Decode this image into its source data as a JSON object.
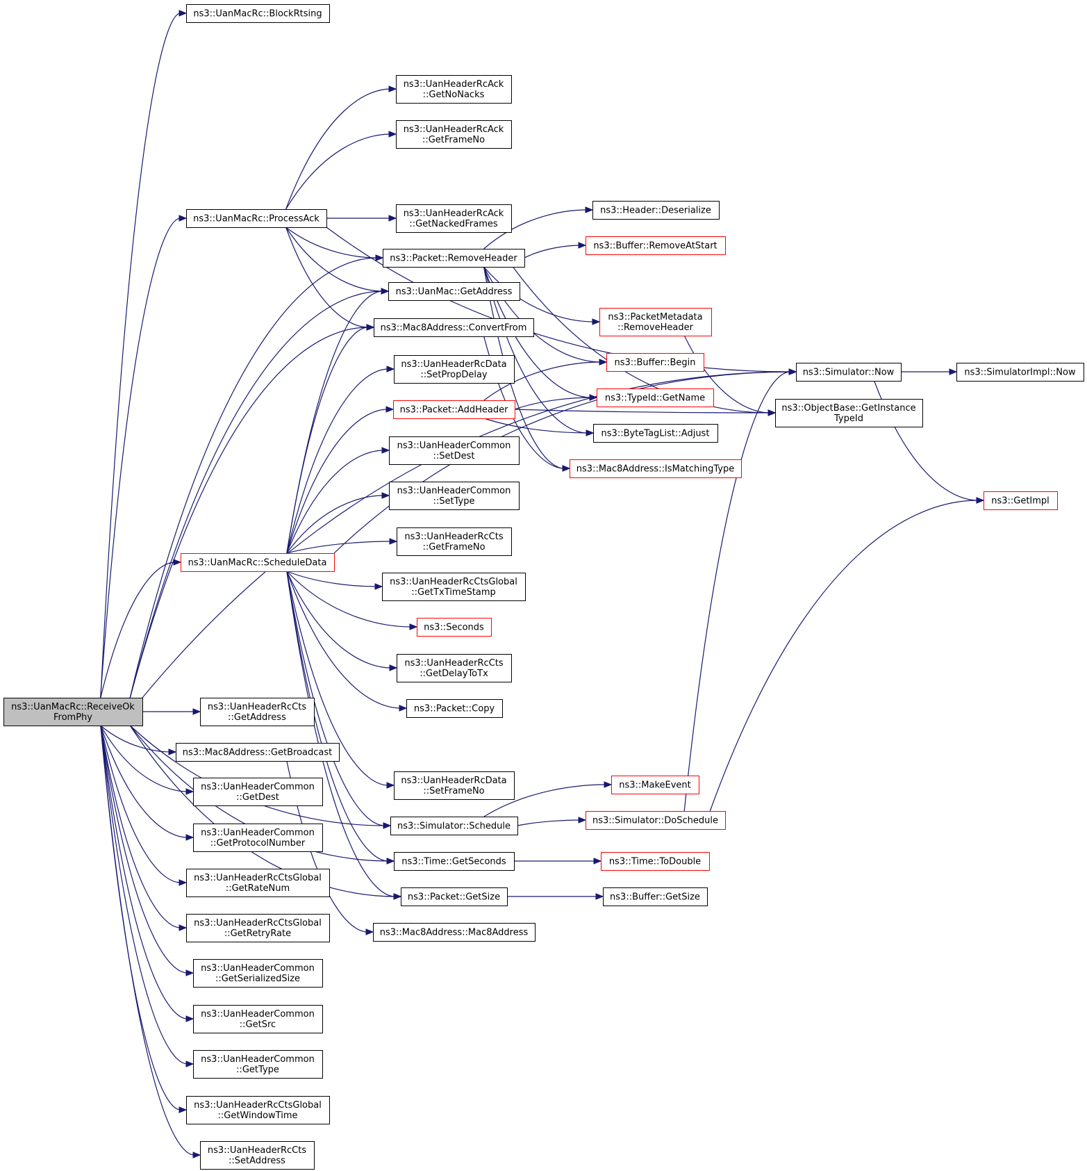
{
  "nodes": [
    {
      "id": "receive",
      "lines": [
        "ns3::UanMacRc::ReceiveOk",
        "FromPhy"
      ],
      "style": "root"
    },
    {
      "id": "blockrts",
      "lines": [
        "ns3::UanMacRc::BlockRtsing"
      ],
      "style": "black"
    },
    {
      "id": "processack",
      "lines": [
        "ns3::UanMacRc::ProcessAck"
      ],
      "style": "black"
    },
    {
      "id": "scheduledata",
      "lines": [
        "ns3::UanMacRc::ScheduleData"
      ],
      "style": "red"
    },
    {
      "id": "ctsgetaddr",
      "lines": [
        "ns3::UanHeaderRcCts",
        "::GetAddress"
      ],
      "style": "black"
    },
    {
      "id": "getbroadcast",
      "lines": [
        "ns3::Mac8Address::GetBroadcast"
      ],
      "style": "black"
    },
    {
      "id": "commongetdest",
      "lines": [
        "ns3::UanHeaderCommon",
        "::GetDest"
      ],
      "style": "black"
    },
    {
      "id": "commongetproto",
      "lines": [
        "ns3::UanHeaderCommon",
        "::GetProtocolNumber"
      ],
      "style": "black"
    },
    {
      "id": "getratenum",
      "lines": [
        "ns3::UanHeaderRcCtsGlobal",
        "::GetRateNum"
      ],
      "style": "black"
    },
    {
      "id": "getretryrate",
      "lines": [
        "ns3::UanHeaderRcCtsGlobal",
        "::GetRetryRate"
      ],
      "style": "black"
    },
    {
      "id": "getserialsize",
      "lines": [
        "ns3::UanHeaderCommon",
        "::GetSerializedSize"
      ],
      "style": "black"
    },
    {
      "id": "getsrc",
      "lines": [
        "ns3::UanHeaderCommon",
        "::GetSrc"
      ],
      "style": "black"
    },
    {
      "id": "gettype",
      "lines": [
        "ns3::UanHeaderCommon",
        "::GetType"
      ],
      "style": "black"
    },
    {
      "id": "getwindowtime",
      "lines": [
        "ns3::UanHeaderRcCtsGlobal",
        "::GetWindowTime"
      ],
      "style": "black"
    },
    {
      "id": "ctssetaddr",
      "lines": [
        "ns3::UanHeaderRcCts",
        "::SetAddress"
      ],
      "style": "black"
    },
    {
      "id": "getnonacks",
      "lines": [
        "ns3::UanHeaderRcAck",
        "::GetNoNacks"
      ],
      "style": "black"
    },
    {
      "id": "ackgetframeno",
      "lines": [
        "ns3::UanHeaderRcAck",
        "::GetFrameNo"
      ],
      "style": "black"
    },
    {
      "id": "getnackedframes",
      "lines": [
        "ns3::UanHeaderRcAck",
        "::GetNackedFrames"
      ],
      "style": "black"
    },
    {
      "id": "removeheader",
      "lines": [
        "ns3::Packet::RemoveHeader"
      ],
      "style": "black"
    },
    {
      "id": "uanmacgetaddr",
      "lines": [
        "ns3::UanMac::GetAddress"
      ],
      "style": "black"
    },
    {
      "id": "convertfrom",
      "lines": [
        "ns3::Mac8Address::ConvertFrom"
      ],
      "style": "black"
    },
    {
      "id": "setpropdelay",
      "lines": [
        "ns3::UanHeaderRcData",
        "::SetPropDelay"
      ],
      "style": "black"
    },
    {
      "id": "addheader",
      "lines": [
        "ns3::Packet::AddHeader"
      ],
      "style": "red"
    },
    {
      "id": "commonsetdest",
      "lines": [
        "ns3::UanHeaderCommon",
        "::SetDest"
      ],
      "style": "black"
    },
    {
      "id": "commonsettype",
      "lines": [
        "ns3::UanHeaderCommon",
        "::SetType"
      ],
      "style": "black"
    },
    {
      "id": "ctsgetframeno",
      "lines": [
        "ns3::UanHeaderRcCts",
        "::GetFrameNo"
      ],
      "style": "black"
    },
    {
      "id": "gettxtimestamp",
      "lines": [
        "ns3::UanHeaderRcCtsGlobal",
        "::GetTxTimeStamp"
      ],
      "style": "black"
    },
    {
      "id": "seconds",
      "lines": [
        "ns3::Seconds"
      ],
      "style": "red"
    },
    {
      "id": "getdelaytotx",
      "lines": [
        "ns3::UanHeaderRcCts",
        "::GetDelayToTx"
      ],
      "style": "black"
    },
    {
      "id": "packetcopy",
      "lines": [
        "ns3::Packet::Copy"
      ],
      "style": "black"
    },
    {
      "id": "datasetframeno",
      "lines": [
        "ns3::UanHeaderRcData",
        "::SetFrameNo"
      ],
      "style": "black"
    },
    {
      "id": "schedule",
      "lines": [
        "ns3::Simulator::Schedule"
      ],
      "style": "black"
    },
    {
      "id": "timegetseconds",
      "lines": [
        "ns3::Time::GetSeconds"
      ],
      "style": "black"
    },
    {
      "id": "packetgetsize",
      "lines": [
        "ns3::Packet::GetSize"
      ],
      "style": "black"
    },
    {
      "id": "mac8address",
      "lines": [
        "ns3::Mac8Address::Mac8Address"
      ],
      "style": "black"
    },
    {
      "id": "deserialize",
      "lines": [
        "ns3::Header::Deserialize"
      ],
      "style": "black"
    },
    {
      "id": "removeatstart",
      "lines": [
        "ns3::Buffer::RemoveAtStart"
      ],
      "style": "red"
    },
    {
      "id": "metaremoveheader",
      "lines": [
        "ns3::PacketMetadata",
        "::RemoveHeader"
      ],
      "style": "red"
    },
    {
      "id": "bufferbegin",
      "lines": [
        "ns3::Buffer::Begin"
      ],
      "style": "red"
    },
    {
      "id": "typeidgetname",
      "lines": [
        "ns3::TypeId::GetName"
      ],
      "style": "red"
    },
    {
      "id": "bytetagadjust",
      "lines": [
        "ns3::ByteTagList::Adjust"
      ],
      "style": "black"
    },
    {
      "id": "ismatchingtype",
      "lines": [
        "ns3::Mac8Address::IsMatchingType"
      ],
      "style": "red"
    },
    {
      "id": "makeevent",
      "lines": [
        "ns3::MakeEvent"
      ],
      "style": "red"
    },
    {
      "id": "doschedule",
      "lines": [
        "ns3::Simulator::DoSchedule"
      ],
      "style": "red"
    },
    {
      "id": "todouble",
      "lines": [
        "ns3::Time::ToDouble"
      ],
      "style": "red"
    },
    {
      "id": "buffergetsize",
      "lines": [
        "ns3::Buffer::GetSize"
      ],
      "style": "black"
    },
    {
      "id": "simnow",
      "lines": [
        "ns3::Simulator::Now"
      ],
      "style": "black"
    },
    {
      "id": "getinstancetypeid",
      "lines": [
        "ns3::ObjectBase::GetInstance",
        "TypeId"
      ],
      "style": "black"
    },
    {
      "id": "simimplnow",
      "lines": [
        "ns3::SimulatorImpl::Now"
      ],
      "style": "black"
    },
    {
      "id": "getimpl",
      "lines": [
        "ns3::GetImpl"
      ],
      "style": "red"
    }
  ],
  "edges": [
    [
      "receive",
      "blockrts"
    ],
    [
      "receive",
      "processack"
    ],
    [
      "receive",
      "scheduledata"
    ],
    [
      "receive",
      "ctsgetaddr"
    ],
    [
      "receive",
      "getbroadcast"
    ],
    [
      "receive",
      "commongetdest"
    ],
    [
      "receive",
      "commongetproto"
    ],
    [
      "receive",
      "getratenum"
    ],
    [
      "receive",
      "getretryrate"
    ],
    [
      "receive",
      "getserialsize"
    ],
    [
      "receive",
      "getsrc"
    ],
    [
      "receive",
      "gettype"
    ],
    [
      "receive",
      "getwindowtime"
    ],
    [
      "receive",
      "ctssetaddr"
    ],
    [
      "receive",
      "simnow"
    ],
    [
      "receive",
      "removeheader"
    ],
    [
      "receive",
      "uanmacgetaddr"
    ],
    [
      "receive",
      "convertfrom"
    ],
    [
      "receive",
      "schedule"
    ],
    [
      "receive",
      "timegetseconds"
    ],
    [
      "receive",
      "packetgetsize"
    ],
    [
      "processack",
      "getnonacks"
    ],
    [
      "processack",
      "ackgetframeno"
    ],
    [
      "processack",
      "getnackedframes"
    ],
    [
      "processack",
      "removeheader"
    ],
    [
      "processack",
      "uanmacgetaddr"
    ],
    [
      "processack",
      "convertfrom"
    ],
    [
      "processack",
      "simnow"
    ],
    [
      "scheduledata",
      "uanmacgetaddr"
    ],
    [
      "scheduledata",
      "convertfrom"
    ],
    [
      "scheduledata",
      "setpropdelay"
    ],
    [
      "scheduledata",
      "addheader"
    ],
    [
      "scheduledata",
      "commonsetdest"
    ],
    [
      "scheduledata",
      "commonsettype"
    ],
    [
      "scheduledata",
      "ctsgetframeno"
    ],
    [
      "scheduledata",
      "gettxtimestamp"
    ],
    [
      "scheduledata",
      "seconds"
    ],
    [
      "scheduledata",
      "getdelaytotx"
    ],
    [
      "scheduledata",
      "packetcopy"
    ],
    [
      "scheduledata",
      "datasetframeno"
    ],
    [
      "scheduledata",
      "schedule"
    ],
    [
      "scheduledata",
      "timegetseconds"
    ],
    [
      "scheduledata",
      "packetgetsize"
    ],
    [
      "scheduledata",
      "simnow"
    ],
    [
      "getbroadcast",
      "mac8address"
    ],
    [
      "removeheader",
      "deserialize"
    ],
    [
      "removeheader",
      "removeatstart"
    ],
    [
      "removeheader",
      "metaremoveheader"
    ],
    [
      "removeheader",
      "bufferbegin"
    ],
    [
      "removeheader",
      "typeidgetname"
    ],
    [
      "removeheader",
      "bytetagadjust"
    ],
    [
      "removeheader",
      "ismatchingtype"
    ],
    [
      "removeheader",
      "getinstancetypeid"
    ],
    [
      "addheader",
      "bufferbegin"
    ],
    [
      "addheader",
      "typeidgetname"
    ],
    [
      "addheader",
      "bytetagadjust"
    ],
    [
      "addheader",
      "getinstancetypeid"
    ],
    [
      "metaremoveheader",
      "getinstancetypeid"
    ],
    [
      "convertfrom",
      "ismatchingtype"
    ],
    [
      "schedule",
      "makeevent"
    ],
    [
      "schedule",
      "doschedule"
    ],
    [
      "doschedule",
      "simnow"
    ],
    [
      "doschedule",
      "getimpl"
    ],
    [
      "timegetseconds",
      "todouble"
    ],
    [
      "packetgetsize",
      "buffergetsize"
    ],
    [
      "simnow",
      "simimplnow"
    ],
    [
      "simnow",
      "getimpl"
    ]
  ]
}
